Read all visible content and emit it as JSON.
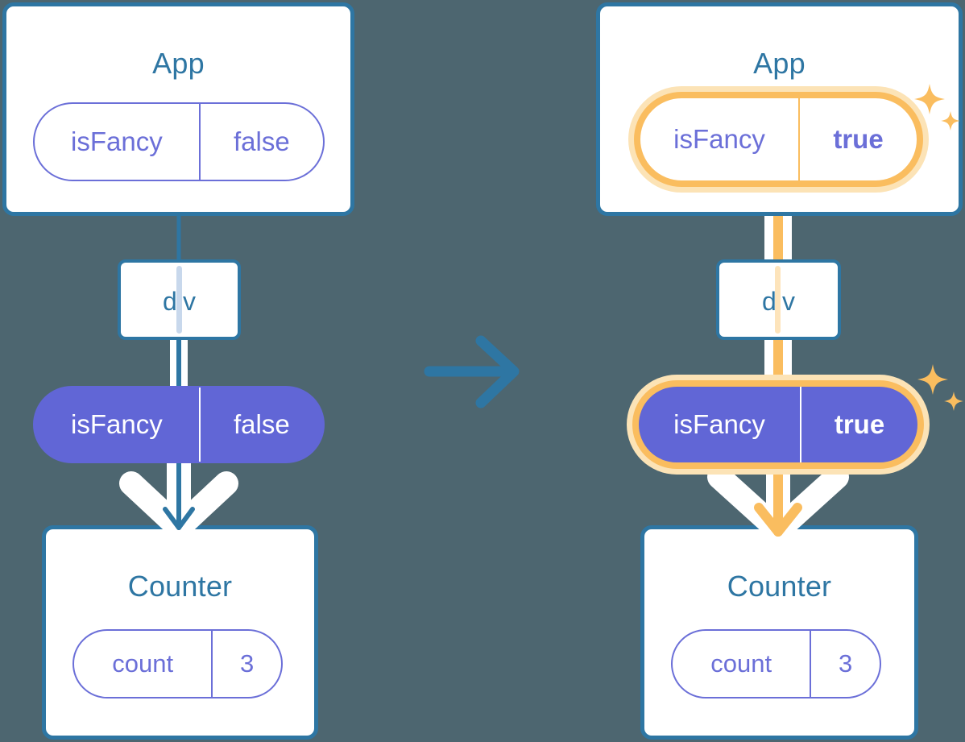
{
  "diagram": {
    "title_semantics": "react-state-propagation-before-after",
    "background_color": "#4d6670",
    "accent_blue": "#2e76a3",
    "accent_purple": "#6166d6",
    "accent_purple_outline": "#6b6fd8",
    "highlight_orange": "#fabd5f",
    "highlight_orange_soft": "#fce3b6",
    "transition_arrow": "→"
  },
  "before": {
    "app": {
      "title": "App",
      "state": {
        "key": "isFancy",
        "value": "false"
      }
    },
    "div": {
      "label": "div"
    },
    "prop_pill": {
      "key": "isFancy",
      "value": "false"
    },
    "counter": {
      "title": "Counter",
      "state": {
        "key": "count",
        "value": "3"
      }
    }
  },
  "after": {
    "app": {
      "title": "App",
      "state": {
        "key": "isFancy",
        "value": "true"
      }
    },
    "div": {
      "label": "div"
    },
    "prop_pill": {
      "key": "isFancy",
      "value": "true"
    },
    "counter": {
      "title": "Counter",
      "state": {
        "key": "count",
        "value": "3"
      }
    }
  }
}
